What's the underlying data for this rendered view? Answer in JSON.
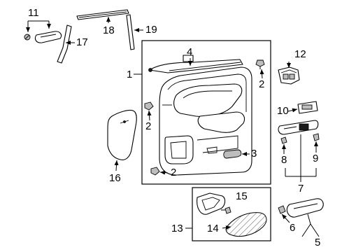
{
  "callouts": {
    "c1": "1",
    "c2a": "2",
    "c2b": "2",
    "c2c": "2",
    "c3": "3",
    "c4": "4",
    "c5": "5",
    "c6": "6",
    "c7": "7",
    "c8": "8",
    "c9": "9",
    "c10": "10",
    "c11": "11",
    "c12": "12",
    "c13": "13",
    "c14": "14",
    "c15": "15",
    "c16": "16",
    "c17": "17",
    "c18": "18",
    "c19": "19"
  }
}
